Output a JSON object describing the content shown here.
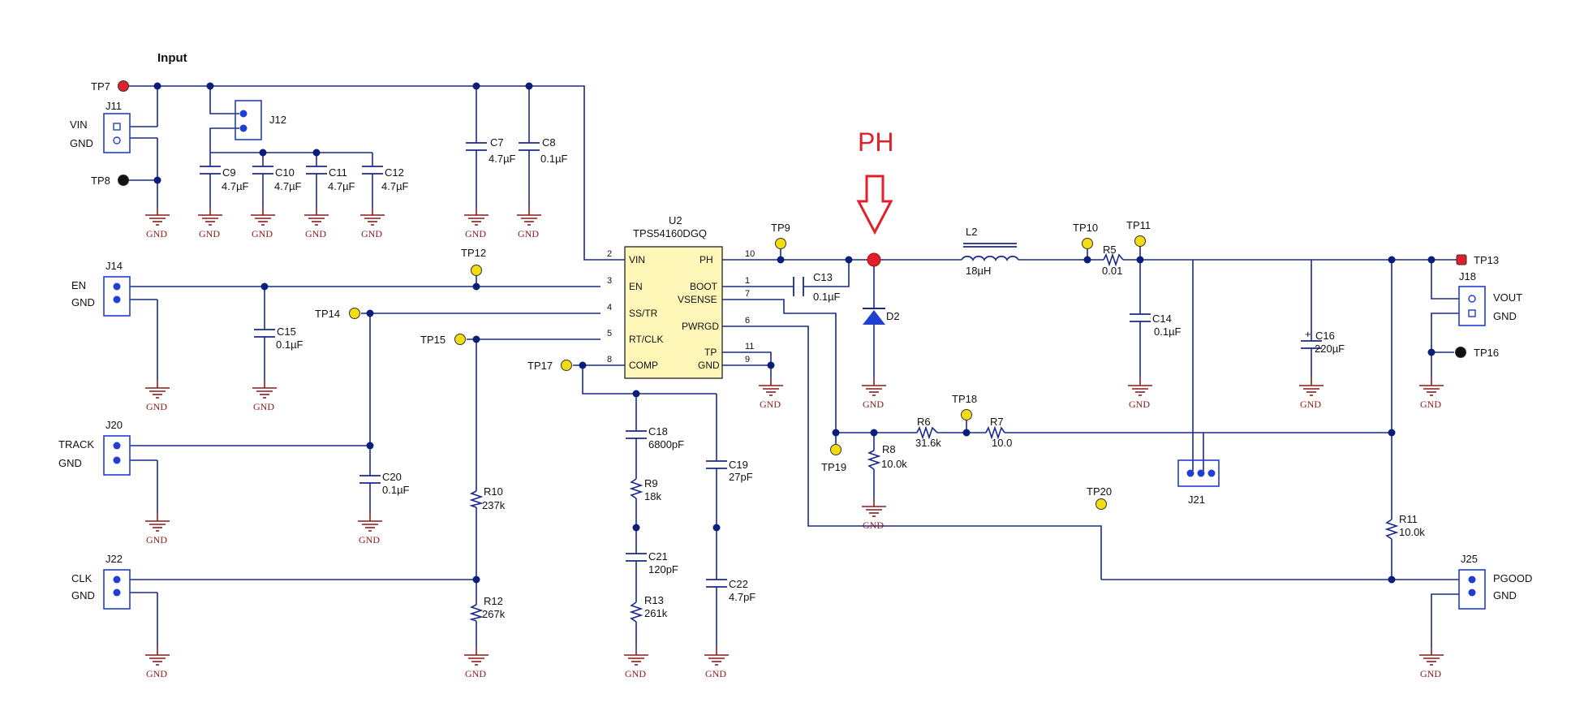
{
  "labels": {
    "input": "Input",
    "ph_marker": "PH",
    "ic_ref": "U2",
    "ic_part": "TPS54160DGQ",
    "gnd": "GND"
  },
  "ic_pins": [
    {
      "name": "VIN",
      "num": "2"
    },
    {
      "name": "EN",
      "num": "3"
    },
    {
      "name": "SS/TR",
      "num": "4"
    },
    {
      "name": "RT/CLK",
      "num": "5"
    },
    {
      "name": "COMP",
      "num": "8"
    },
    {
      "name": "PH",
      "num": "10"
    },
    {
      "name": "BOOT",
      "num": "1"
    },
    {
      "name": "VSENSE",
      "num": "7"
    },
    {
      "name": "PWRGD",
      "num": "6"
    },
    {
      "name": "TP",
      "num": "11"
    },
    {
      "name": "GND",
      "num": "9"
    }
  ],
  "connectors": [
    {
      "ref": "J11",
      "pins": [
        "VIN",
        "GND"
      ]
    },
    {
      "ref": "J12",
      "pins": []
    },
    {
      "ref": "J14",
      "pins": [
        "EN",
        "GND"
      ]
    },
    {
      "ref": "J20",
      "pins": [
        "TRACK",
        "GND"
      ]
    },
    {
      "ref": "J22",
      "pins": [
        "CLK",
        "GND"
      ]
    },
    {
      "ref": "J18",
      "pins": [
        "VOUT",
        "GND"
      ]
    },
    {
      "ref": "J21",
      "pins": []
    },
    {
      "ref": "J25",
      "pins": [
        "PGOOD",
        "GND"
      ]
    }
  ],
  "test_points": [
    "TP7",
    "TP8",
    "TP9",
    "TP10",
    "TP11",
    "TP12",
    "TP13",
    "TP14",
    "TP15",
    "TP16",
    "TP17",
    "TP18",
    "TP19",
    "TP20"
  ],
  "components": [
    {
      "ref": "C7",
      "value": "4.7µF"
    },
    {
      "ref": "C8",
      "value": "0.1µF"
    },
    {
      "ref": "C9",
      "value": "4.7µF"
    },
    {
      "ref": "C10",
      "value": "4.7µF"
    },
    {
      "ref": "C11",
      "value": "4.7µF"
    },
    {
      "ref": "C12",
      "value": "4.7µF"
    },
    {
      "ref": "C13",
      "value": "0.1µF"
    },
    {
      "ref": "C14",
      "value": "0.1µF"
    },
    {
      "ref": "C15",
      "value": "0.1µF"
    },
    {
      "ref": "C16",
      "value": "220µF"
    },
    {
      "ref": "C18",
      "value": "6800pF"
    },
    {
      "ref": "C19",
      "value": "27pF"
    },
    {
      "ref": "C20",
      "value": "0.1µF"
    },
    {
      "ref": "C21",
      "value": "120pF"
    },
    {
      "ref": "C22",
      "value": "4.7pF"
    },
    {
      "ref": "L2",
      "value": "18µH"
    },
    {
      "ref": "D2",
      "value": ""
    },
    {
      "ref": "R5",
      "value": "0.01"
    },
    {
      "ref": "R6",
      "value": "31.6k"
    },
    {
      "ref": "R7",
      "value": "10.0"
    },
    {
      "ref": "R8",
      "value": "10.0k"
    },
    {
      "ref": "R9",
      "value": "18k"
    },
    {
      "ref": "R10",
      "value": "237k"
    },
    {
      "ref": "R11",
      "value": "10.0k"
    },
    {
      "ref": "R12",
      "value": "267k"
    },
    {
      "ref": "R13",
      "value": "261k"
    }
  ],
  "colors": {
    "wire": "#1a2a8a",
    "junction": "#0a1f7a",
    "ground": "#8b1a1a",
    "ic_fill": "#fff7b8",
    "tp_yellow": "#f3dc12",
    "tp_red": "#e0202a",
    "tp_black": "#111111",
    "connector": "#1f3fd0",
    "marker": "#e0202a"
  }
}
